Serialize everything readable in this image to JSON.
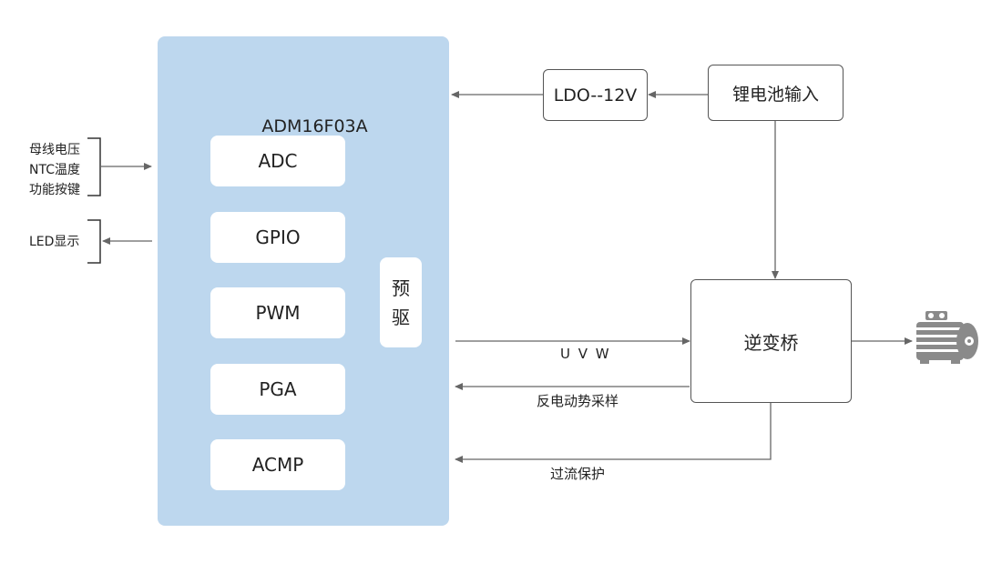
{
  "mcu": {
    "title": "ADM16F03A",
    "modules": [
      "ADC",
      "GPIO",
      "PWM",
      "PGA",
      "ACMP"
    ],
    "predrive": [
      "预",
      "驱"
    ]
  },
  "blocks": {
    "ldo": "LDO--12V",
    "battery": "锂电池输入",
    "bridge": "逆变桥"
  },
  "signals": {
    "inputs": [
      "母线电压",
      "NTC温度",
      "功能按键"
    ],
    "output": "LED显示",
    "uvw": "U V W",
    "back_emf": "反电动势采样",
    "overcurrent": "过流保护"
  },
  "icons": {
    "motor": "motor-icon"
  },
  "colors": {
    "mcu_fill": "#bdd7ee",
    "line": "#666666",
    "motor": "#8a8a8a"
  }
}
